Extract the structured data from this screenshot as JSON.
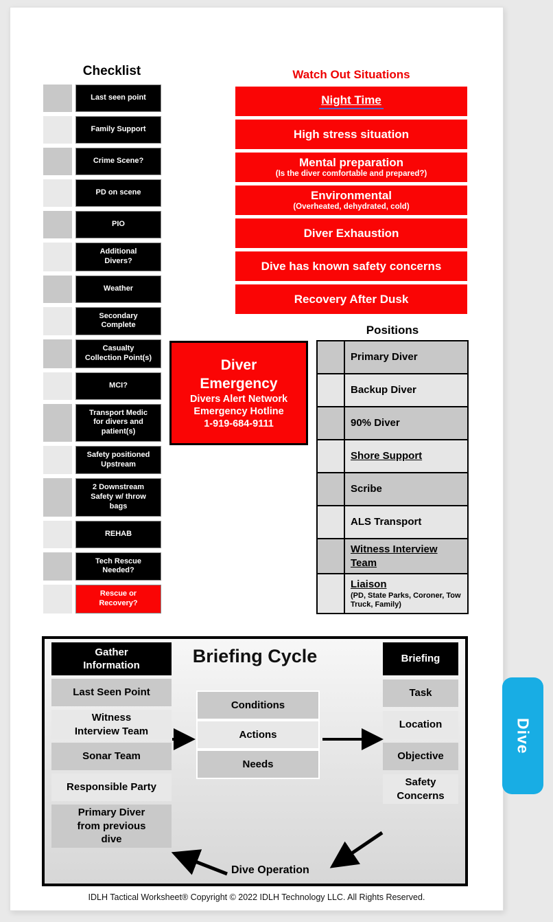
{
  "colors": {
    "alert_red": "#fa0505",
    "title_red": "#ee0000",
    "tab_blue": "#18ade4",
    "box_black": "#000000",
    "row_gray_dark": "#c8c8c8",
    "row_gray_light": "#e6e6e6",
    "night_time_underline_blue": "#4f6bcd"
  },
  "checklist": {
    "title": "Checklist",
    "items": [
      {
        "label": "Last seen point"
      },
      {
        "label": "Family Support"
      },
      {
        "label": "Crime Scene?"
      },
      {
        "label": "PD on scene"
      },
      {
        "label": "PIO"
      },
      {
        "label": "Additional\nDivers?"
      },
      {
        "label": "Weather"
      },
      {
        "label": "Secondary\nComplete"
      },
      {
        "label": "Casualty\nCollection Point(s)"
      },
      {
        "label": "MCI?"
      },
      {
        "label": "Transport Medic\nfor divers and\npatient(s)"
      },
      {
        "label": "Safety positioned\nUpstream"
      },
      {
        "label": "2 Downstream\nSafety w/ throw\nbags"
      },
      {
        "label": "REHAB"
      },
      {
        "label": "Tech Rescue\nNeeded?"
      },
      {
        "label": "Rescue or\nRecovery?",
        "red": true
      }
    ]
  },
  "watch_out": {
    "title": "Watch Out Situations",
    "items": [
      {
        "label": "Night Time",
        "underline": true
      },
      {
        "label": "High stress situation"
      },
      {
        "label": "Mental preparation",
        "sub": "(Is the diver comfortable and prepared?)"
      },
      {
        "label": "Environmental",
        "sub": "(Overheated, dehydrated, cold)"
      },
      {
        "label": "Diver Exhaustion"
      },
      {
        "label": "Dive has known safety concerns"
      },
      {
        "label": "Recovery After Dusk"
      }
    ]
  },
  "diver_emergency": {
    "title": "Diver\nEmergency",
    "lines": [
      "Divers Alert Network",
      "Emergency Hotline",
      "1-919-684-9111"
    ]
  },
  "positions": {
    "title": "Positions",
    "items": [
      {
        "label": "Primary Diver"
      },
      {
        "label": "Backup Diver"
      },
      {
        "label": "90% Diver"
      },
      {
        "label": "Shore Support",
        "underline": true
      },
      {
        "label": "Scribe"
      },
      {
        "label": "ALS Transport"
      },
      {
        "label": "Witness Interview\nTeam",
        "underline": true
      },
      {
        "label": "Liaison",
        "underline": true,
        "sub": "(PD, State Parks, Coroner, Tow Truck, Family)"
      }
    ]
  },
  "briefing_cycle": {
    "title": "Briefing Cycle",
    "left_header": "Gather\nInformation",
    "left_items": [
      "Last Seen Point",
      "Witness\nInterview Team",
      "Sonar Team",
      "Responsible Party",
      "Primary Diver\nfrom previous\ndive"
    ],
    "middle_items": [
      "Conditions",
      "Actions",
      "Needs"
    ],
    "right_header": "Briefing",
    "right_items": [
      "Task",
      "Location",
      "Objective",
      "Safety\nConcerns"
    ],
    "bottom_label": "Dive Operation"
  },
  "side_tab": {
    "label": "Dive"
  },
  "footer": {
    "text": "IDLH Tactical Worksheet®  Copyright © 2022 IDLH Technology LLC. All Rights Reserved."
  }
}
